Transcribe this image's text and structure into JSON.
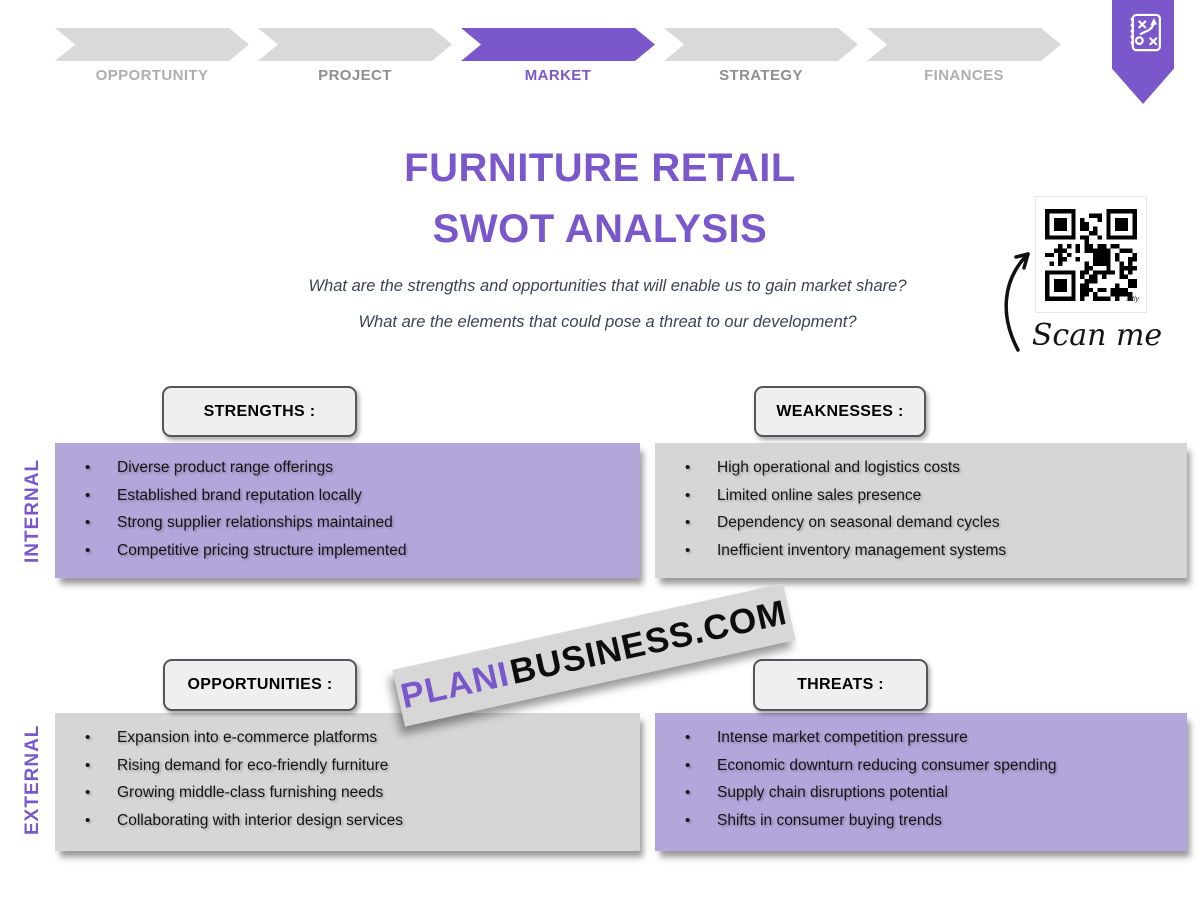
{
  "colors": {
    "accent_purple": "#7a58cb",
    "light_purple_box": "#b2a6db",
    "gray_box": "#d6d6d6",
    "nav_gray": "#d9d9d9",
    "header_box_bg": "#eeefee",
    "subtitle_text": "#3d4355"
  },
  "nav": {
    "steps": [
      {
        "label": "OPPORTUNITY",
        "active": false
      },
      {
        "label": "PROJECT",
        "active": false
      },
      {
        "label": "MARKET",
        "active": true
      },
      {
        "label": "STRATEGY",
        "active": false
      },
      {
        "label": "FINANCES",
        "active": false
      }
    ]
  },
  "icons": {
    "badge": "strategy-notebook-icon",
    "scan_arrow": "curved-arrow-icon",
    "qr": "qr-code"
  },
  "title": {
    "line1": "FURNITURE RETAIL",
    "line2": "SWOT ANALYSIS"
  },
  "subtitle": {
    "line1": "What are the strengths and opportunities that will enable us to gain market share?",
    "line2": "What are the elements that could pose a threat to our development?"
  },
  "qr": {
    "caption": "Scan me",
    "brand": "bitly"
  },
  "watermark": {
    "part1": "PLANI",
    "part2": "BUSINESS",
    "part3": ".COM"
  },
  "row_labels": {
    "internal": "INTERNAL",
    "external": "EXTERNAL"
  },
  "quadrants": {
    "strengths": {
      "title": "STRENGTHS :",
      "items": [
        "Diverse product range offerings",
        "Established brand reputation locally",
        "Strong supplier relationships maintained",
        "Competitive pricing structure implemented"
      ]
    },
    "weaknesses": {
      "title": "WEAKNESSES :",
      "items": [
        "High operational and logistics costs",
        "Limited online sales presence",
        "Dependency on seasonal demand cycles",
        "Inefficient inventory management systems"
      ]
    },
    "opportunities": {
      "title": "OPPORTUNITIES :",
      "items": [
        "Expansion into e-commerce platforms",
        "Rising demand for eco-friendly furniture",
        "Growing middle-class furnishing needs",
        "Collaborating with interior design services"
      ]
    },
    "threats": {
      "title": "THREATS :",
      "items": [
        "Intense market competition pressure",
        "Economic downturn reducing consumer spending",
        "Supply chain disruptions potential",
        "Shifts in consumer buying trends"
      ]
    }
  }
}
